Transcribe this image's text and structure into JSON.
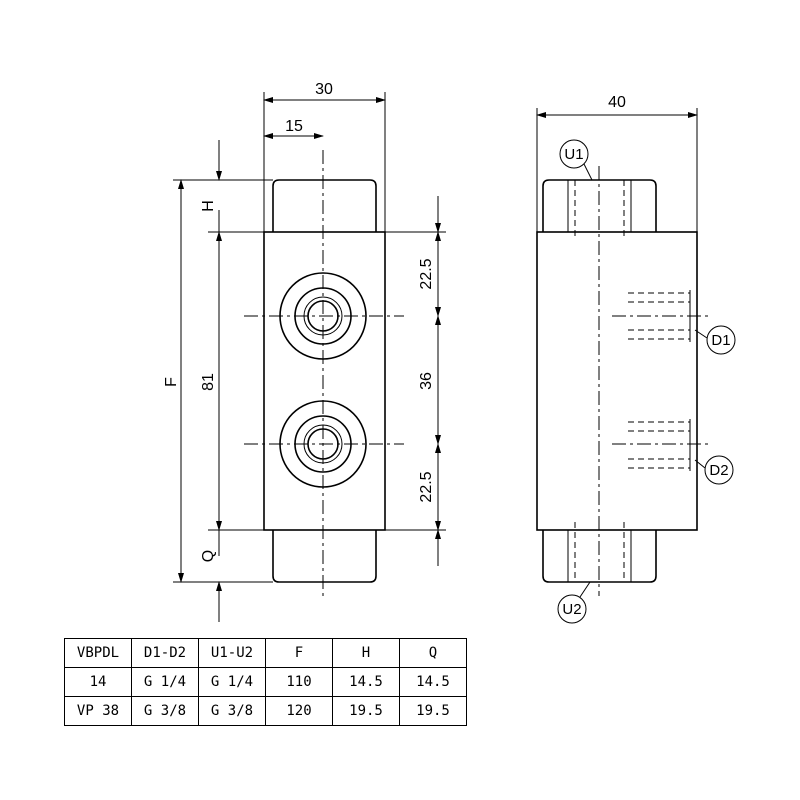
{
  "dimensions": {
    "width_total": "30",
    "width_half": "15",
    "height_body": "81",
    "height_F": "F",
    "height_H": "H",
    "height_Q": "Q",
    "spacing_top": "22.5",
    "spacing_mid": "36",
    "spacing_bottom": "22.5",
    "side_width": "40"
  },
  "ports": {
    "u1": "U1",
    "u2": "U2",
    "d1": "D1",
    "d2": "D2"
  },
  "table": {
    "headers": [
      "VBPDL",
      "D1-D2",
      "U1-U2",
      "F",
      "H",
      "Q"
    ],
    "rows": [
      [
        "14",
        "G 1/4",
        "G 1/4",
        "110",
        "14.5",
        "14.5"
      ],
      [
        "VP 38",
        "G 3/8",
        "G 3/8",
        "120",
        "19.5",
        "19.5"
      ]
    ]
  }
}
